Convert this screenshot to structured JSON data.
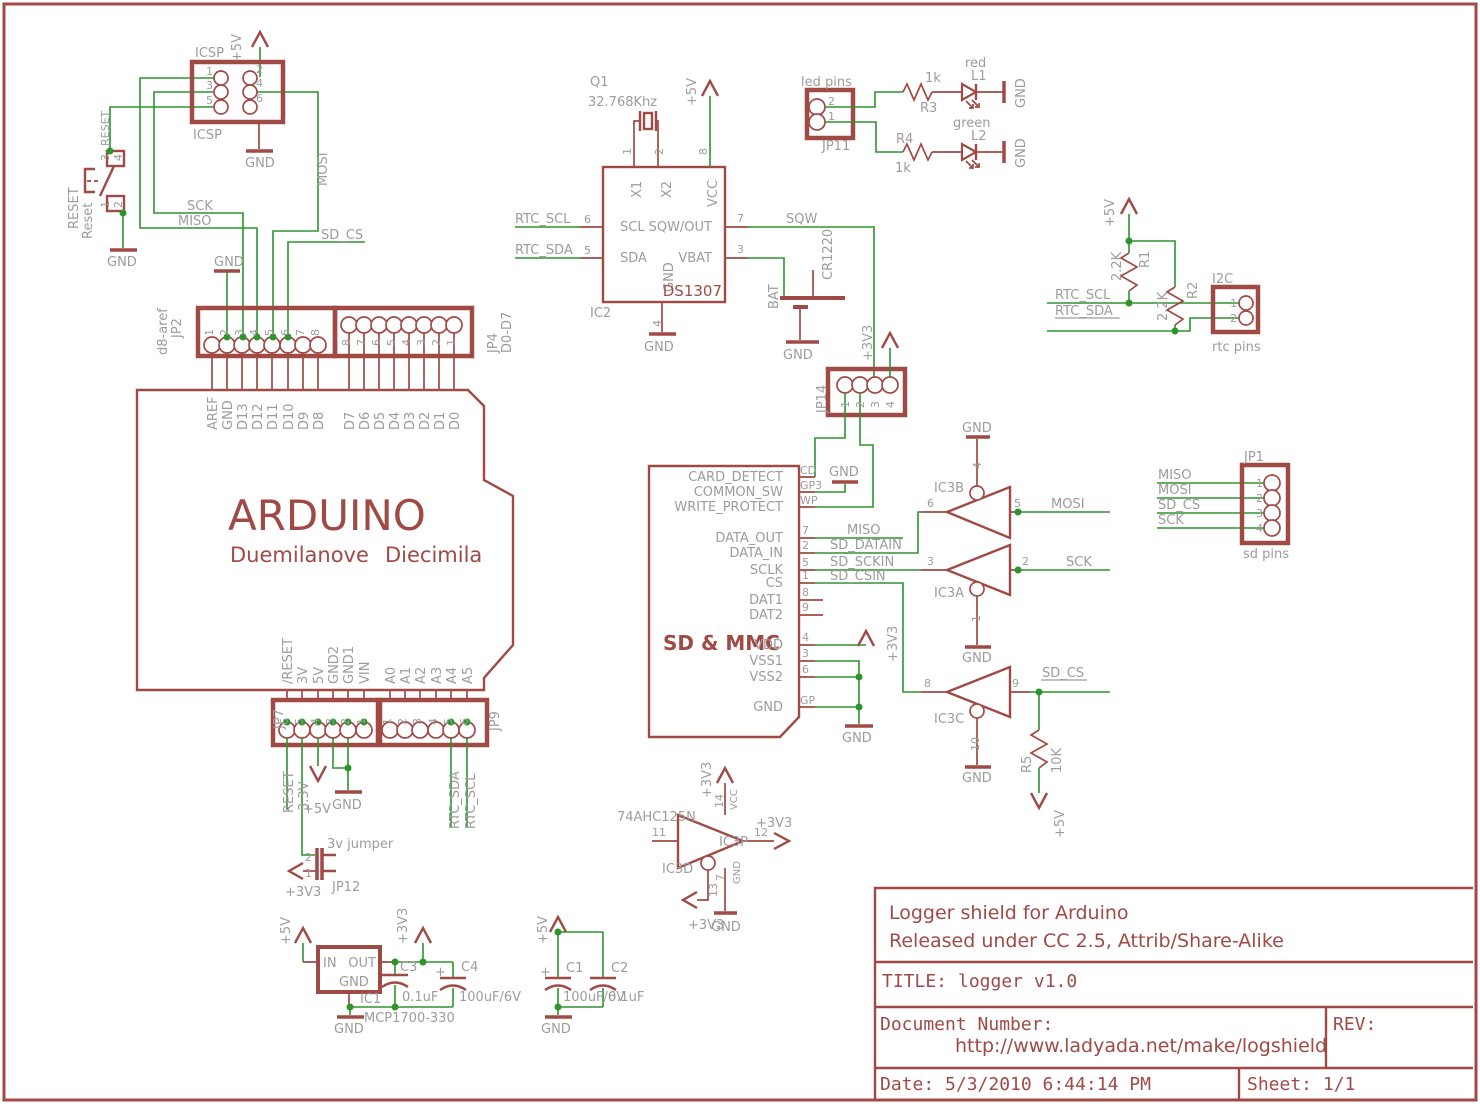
{
  "title_block": {
    "line1": "Logger shield for Arduino",
    "line2": "Released under CC 2.5, Attrib/Share-Alike",
    "title_label": "TITLE:",
    "title_value": "logger v1.0",
    "doc_label": "Document Number:",
    "doc_value": "http://www.ladyada.net/make/logshield",
    "rev_label": "REV:",
    "date_label": "Date: 5/3/2010 6:44:14 PM",
    "sheet_label": "Sheet: 1/1"
  },
  "colors": {
    "red": "#a04a46",
    "green": "#2e942e",
    "gray": "#9c9c9c"
  },
  "icsp": {
    "name": "ICSP",
    "name2": "ICSP",
    "pins": [
      "1",
      "2",
      "3",
      "4",
      "5",
      "6"
    ],
    "vcc": "+5V",
    "gnd": "GND"
  },
  "reset_sw": {
    "name": "RESET",
    "value": "Reset",
    "net": "RESET",
    "pin3": "3",
    "pin4": "4",
    "pin1": "1",
    "pin2": "2",
    "gnd": "GND"
  },
  "topnets": {
    "sck": "SCK",
    "miso": "MISO",
    "mosi": "MOSI",
    "sd_cs": "SD_CS",
    "gnd": "GND"
  },
  "jp2": {
    "name": "JP2",
    "desc": "d8-aref",
    "pins": [
      "1",
      "2",
      "3",
      "4",
      "5",
      "6",
      "7",
      "8"
    ],
    "labels": [
      "AREF",
      "GND",
      "D13",
      "D12",
      "D11",
      "D10",
      "D9",
      "D8"
    ]
  },
  "jp4": {
    "name": "JP4",
    "desc": "D0-D7",
    "pins": [
      "8",
      "7",
      "6",
      "5",
      "4",
      "3",
      "2",
      "1"
    ],
    "labels": [
      "D7",
      "D6",
      "D5",
      "D4",
      "D3",
      "D2",
      "D1",
      "D0"
    ]
  },
  "arduino": {
    "title": "ARDUINO",
    "subtitle1": "Duemilanove",
    "subtitle2": "Diecimila",
    "power_pins": [
      "/RESET",
      "3V",
      "5V",
      "GND2",
      "GND1",
      "VIN"
    ],
    "analog_pins": [
      "A0",
      "A1",
      "A2",
      "A3",
      "A4",
      "A5"
    ]
  },
  "jp7": {
    "name": "JP7",
    "pins": [
      "6",
      "5",
      "4",
      "3",
      "2",
      "1"
    ],
    "net_reset": "RESET",
    "net_33": "3.3V",
    "net_5v": "+5V",
    "gnd": "GND"
  },
  "jp9": {
    "name": "JP9",
    "pins": [
      "1",
      "2",
      "3",
      "4",
      "5",
      "6"
    ],
    "sda": "RTC_SDA",
    "scl": "RTC_SCL"
  },
  "jp12": {
    "name": "JP12",
    "desc": "3v jumper",
    "pin2": "2",
    "pin1": "1",
    "supply": "+3V3"
  },
  "rtc": {
    "q_ref": "Q1",
    "q_val": "32.768Khz",
    "vcc": "+5V",
    "ic_ref": "IC2",
    "part": "DS1307",
    "pn1": "1",
    "pn2": "2",
    "pn8": "8",
    "pn6": "6",
    "pn5": "5",
    "pn7": "7",
    "pn3": "3",
    "pn4": "4",
    "x1": "X1",
    "x2": "X2",
    "vcc_pin": "VCC",
    "scl": "SCL",
    "sda": "SDA",
    "sqw_out": "SQW/OUT",
    "vbat": "VBAT",
    "gnd_pin": "GND",
    "net_scl": "RTC_SCL",
    "net_sda": "RTC_SDA",
    "net_sqw": "SQW",
    "bat": "BAT",
    "bat_val": "CR1220",
    "gnd1": "GND",
    "gnd2": "GND"
  },
  "led": {
    "title": "led pins",
    "ref": "JP11",
    "pin2": "2",
    "pin1": "1",
    "r3_ref": "R3",
    "r3_val": "1k",
    "l1_color": "red",
    "l1_ref": "L1",
    "gnd1": "GND",
    "r4_ref": "R4",
    "r4_val": "1k",
    "l2_color": "green",
    "l2_ref": "L2",
    "gnd2": "GND"
  },
  "i2c": {
    "vcc": "+5V",
    "r1_ref": "R1",
    "r1_val": "2.2K",
    "r2_ref": "R2",
    "r2_val": "2.2K",
    "net_scl": "RTC_SCL",
    "net_sda": "RTC_SDA",
    "name": "I2C",
    "desc": "rtc pins",
    "pin1": "1",
    "pin2": "2"
  },
  "jp14": {
    "name": "JP14",
    "pins": [
      "1",
      "2",
      "3",
      "4"
    ],
    "supply": "+3V3"
  },
  "sd": {
    "title": "SD & MMC",
    "pins_left": [
      "CARD_DETECT",
      "COMMON_SW",
      "WRITE_PROTECT",
      "DATA_OUT",
      "DATA_IN",
      "SCLK",
      "CS",
      "DAT1",
      "DAT2",
      "VDD",
      "VSS1",
      "VSS2",
      "GND"
    ],
    "stub_names": [
      "CD",
      "GP3",
      "WP"
    ],
    "numbers": [
      "7",
      "2",
      "5",
      "1",
      "8",
      "9",
      "4",
      "3",
      "6"
    ],
    "gp": "GP",
    "gnd_top": "GND",
    "gnd_bot": "GND",
    "v33": "+3V3",
    "net_miso": "MISO",
    "net_datain": "SD_DATAIN",
    "net_sckin": "SD_SCKIN",
    "net_csin": "SD_CSIN"
  },
  "buf": {
    "b_ref": "IC3B",
    "a_ref": "IC3A",
    "c_ref": "IC3C",
    "b_in": "6",
    "b_out": "5",
    "b_en": "4",
    "a_in": "3",
    "a_out": "2",
    "a_en": "1",
    "c_in": "8",
    "c_out": "9",
    "c_en": "10",
    "gnd_b": "GND",
    "gnd_a": "GND",
    "gnd_c": "GND",
    "net_mosi": "MOSI",
    "net_sck": "SCK",
    "net_sdcs": "SD_CS",
    "r5_ref": "R5",
    "r5_val": "10K",
    "r5_supply": "+5V"
  },
  "jp1": {
    "name": "JP1",
    "desc": "sd pins",
    "pins": [
      "1",
      "2",
      "3",
      "4"
    ],
    "nets": [
      "MISO",
      "MOSI",
      "SD_CS",
      "SCK"
    ]
  },
  "ic3d": {
    "part": "74AHC125N",
    "ref": "IC3D",
    "pwr_ref": "IC3P",
    "pin11": "11",
    "pin12": "12",
    "pin13": "13",
    "pin14": "14",
    "pin7": "7",
    "vcc": "VCC",
    "gnd_pin": "GND",
    "v33_a": "+3V3",
    "v33_b": "+3V3",
    "v33_c": "+3V3",
    "gnd": "GND"
  },
  "reg": {
    "v5": "+5V",
    "v33": "+3V3",
    "in": "IN",
    "out": "OUT",
    "gnd_pin": "GND",
    "ref": "IC1",
    "part": "MCP1700-330",
    "c3_ref": "C3",
    "c3_val": "0.1uF",
    "c4_ref": "C4",
    "c4_val": "100uF/6V",
    "plus": "+",
    "gnd": "GND"
  },
  "caps": {
    "v5": "+5V",
    "c1_ref": "C1",
    "c1_val": "100uF/6V",
    "c2_ref": "C2",
    "c2_val": "0.1uF",
    "plus": "+",
    "gnd": "GND"
  }
}
